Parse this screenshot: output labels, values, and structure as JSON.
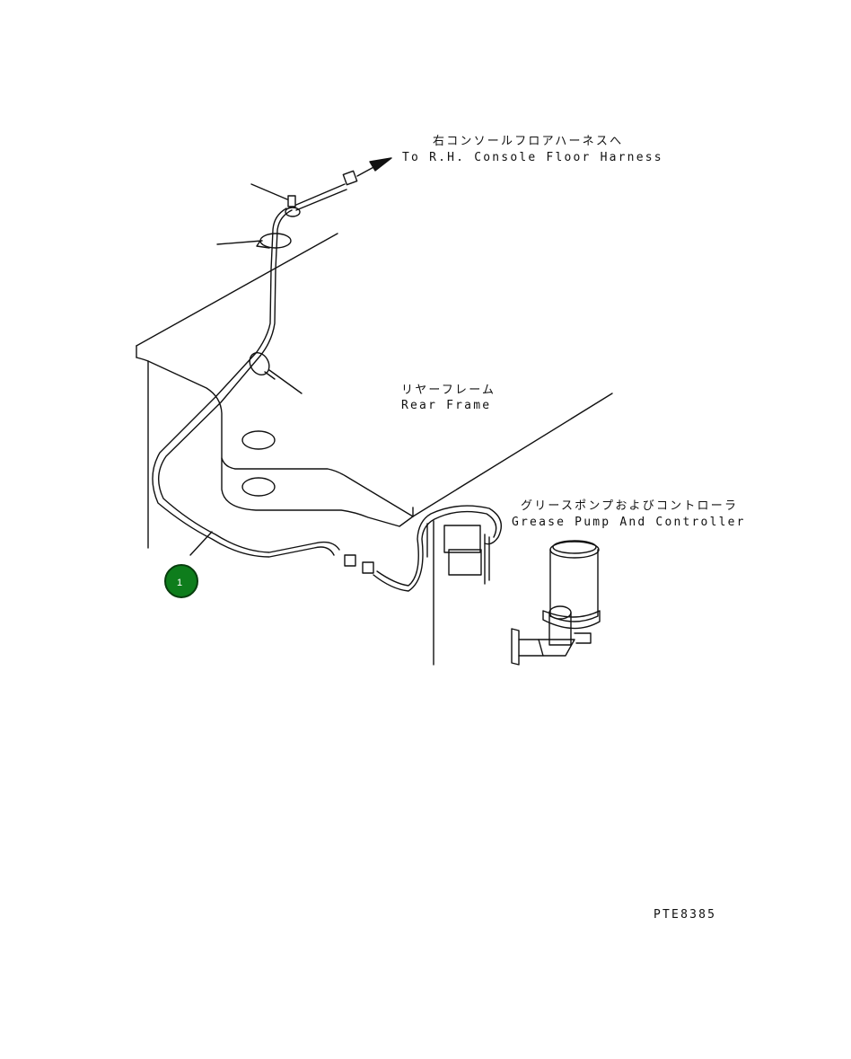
{
  "labels": {
    "console_jp": "右コンソールフロアハーネスへ",
    "console_en": "To R.H. Console Floor Harness",
    "frame_jp": "リヤーフレーム",
    "frame_en": "Rear Frame",
    "pump_jp": "グリースポンプおよびコントローラ",
    "pump_en": "Grease Pump And Controller"
  },
  "callout": {
    "number": "1",
    "color": "#0e7d1c"
  },
  "figure_code": "PTE8385",
  "line_color": "#111111"
}
